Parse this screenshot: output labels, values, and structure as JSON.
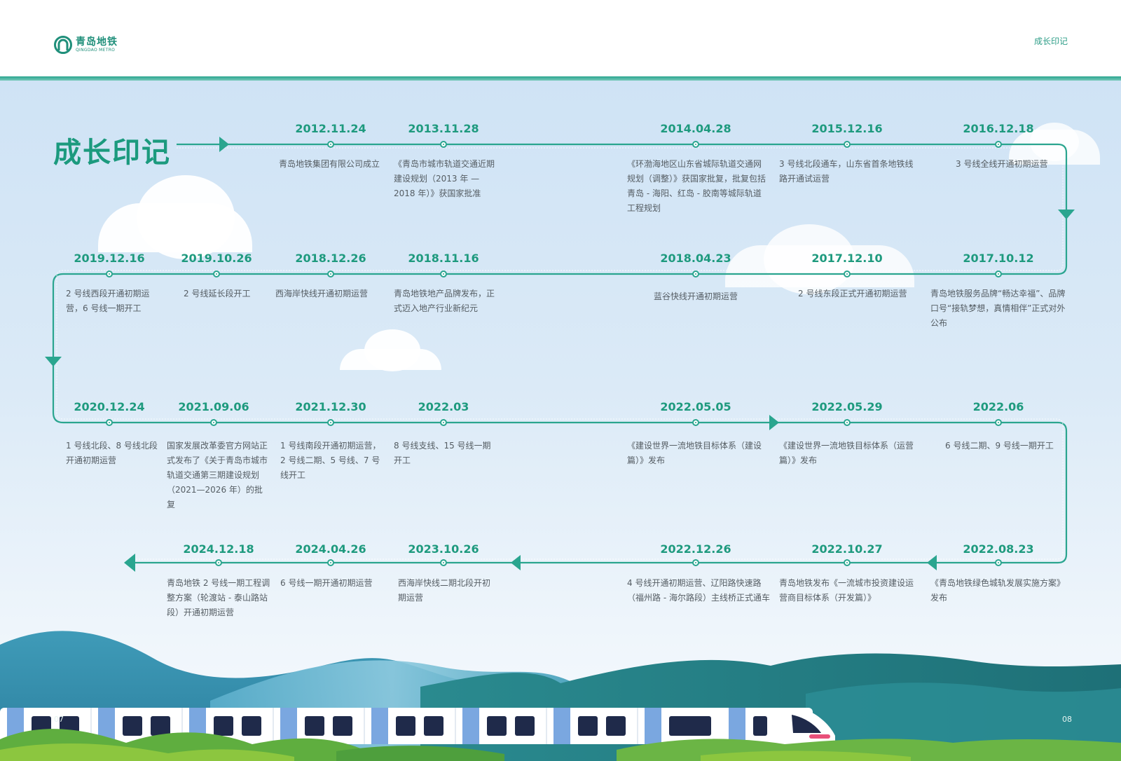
{
  "header": {
    "logo_cn": "青岛地铁",
    "logo_en": "QINGDAO METRO",
    "section_label": "成长印记"
  },
  "title": "成长印记",
  "colors": {
    "accent": "#1e9a7e",
    "line": "#2aa58f",
    "text": "#555d63"
  },
  "events": [
    {
      "date": "2012.11.24",
      "text": "青岛地铁集团有限公司成立"
    },
    {
      "date": "2013.11.28",
      "text": "《青岛市城市轨道交通近期建设规划（2013 年 — 2018 年）》获国家批准"
    },
    {
      "date": "2014.04.28",
      "text": "《环渤海地区山东省城际轨道交通网规划（调整）》获国家批复，批复包括青岛 - 海阳、红岛 - 胶南等城际轨道工程规划"
    },
    {
      "date": "2015.12.16",
      "text": "3 号线北段通车，山东省首条地铁线路开通试运营"
    },
    {
      "date": "2016.12.18",
      "text": "3 号线全线开通初期运营"
    },
    {
      "date": "2019.12.16",
      "text": "2 号线西段开通初期运营，6 号线一期开工"
    },
    {
      "date": "2019.10.26",
      "text": "2 号线延长段开工"
    },
    {
      "date": "2018.12.26",
      "text": "西海岸快线开通初期运营"
    },
    {
      "date": "2018.11.16",
      "text": "青岛地铁地产品牌发布，正式迈入地产行业新纪元"
    },
    {
      "date": "2018.04.23",
      "text": "蓝谷快线开通初期运营"
    },
    {
      "date": "2017.12.10",
      "text": "2 号线东段正式开通初期运营"
    },
    {
      "date": "2017.10.12",
      "text": "青岛地铁服务品牌“畅达幸福”、品牌口号“接轨梦想，真情相伴”正式对外公布"
    },
    {
      "date": "2020.12.24",
      "text": "1 号线北段、8 号线北段开通初期运营"
    },
    {
      "date": "2021.09.06",
      "text": "国家发展改革委官方网站正式发布了《关于青岛市城市轨道交通第三期建设规划（2021—2026 年）的批复"
    },
    {
      "date": "2021.12.30",
      "text": "1 号线南段开通初期运营，2 号线二期、5 号线、7 号线开工"
    },
    {
      "date": "2022.03",
      "text": "8 号线支线、15 号线一期开工"
    },
    {
      "date": "2022.05.05",
      "text": "《建设世界一流地铁目标体系（建设篇）》发布"
    },
    {
      "date": "2022.05.29",
      "text": "《建设世界一流地铁目标体系（运营篇）》发布"
    },
    {
      "date": "2022.06",
      "text": "6 号线二期、9 号线一期开工"
    },
    {
      "date": "2024.12.18",
      "text": "青岛地铁 2 号线一期工程调整方案（轮渡站 - 泰山路站段）开通初期运营"
    },
    {
      "date": "2024.04.26",
      "text": "6 号线一期开通初期运营"
    },
    {
      "date": "2023.10.26",
      "text": "西海岸快线二期北段开初期运营"
    },
    {
      "date": "2022.12.26",
      "text": "4 号线开通初期运营、辽阳路快速路（福州路 - 海尔路段）主线桥正式通车"
    },
    {
      "date": "2022.10.27",
      "text": "青岛地铁发布《一流城市投资建设运营商目标体系（开发篇）》"
    },
    {
      "date": "2022.08.23",
      "text": "《青岛地铁绿色城轨发展实施方案》发布"
    }
  ],
  "footer": {
    "page_left": "07",
    "page_right": "08"
  }
}
